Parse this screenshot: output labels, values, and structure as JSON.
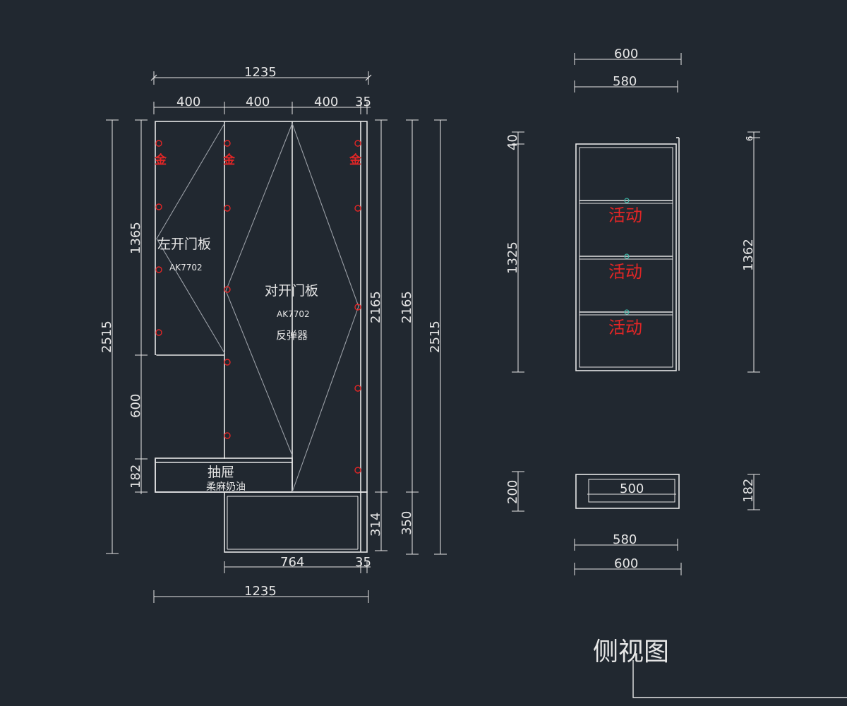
{
  "front": {
    "dims_top": {
      "overall": "1235",
      "seg1": "400",
      "seg2": "400",
      "seg3": "400",
      "seg4": "35"
    },
    "dims_bottom": {
      "drawer_width": "764",
      "side": "35",
      "overall": "1235"
    },
    "dims_left": {
      "total": "2515",
      "upper": "1365",
      "middle": "600",
      "drawer": "182"
    },
    "dims_right": {
      "inner": "2165",
      "outer": "2165",
      "total": "2515",
      "plinth_inner": "314",
      "plinth": "350"
    },
    "labels": {
      "left_door": "左开门板",
      "left_code": "AK7702",
      "double_door": "对开门板",
      "double_code": "AK7702",
      "rebound": "反弹器",
      "drawer": "抽屉",
      "drawer_finish": "柔麻奶油",
      "hinge_mark": "金"
    }
  },
  "side": {
    "title": "侧视图",
    "dims_top": {
      "outer": "600",
      "inner": "580"
    },
    "dims_left": {
      "top": "40",
      "body": "1325",
      "drawer": "200"
    },
    "dims_right": {
      "top": "6",
      "body": "1362",
      "drawer": "182"
    },
    "dims_bottom": {
      "inner": "580",
      "outer": "600"
    },
    "drawer_inner": "500",
    "shelf_label": "活动"
  },
  "colors": {
    "line": "#e6e6e6",
    "accent": "#e32626",
    "teal": "#3fb8a8",
    "bg": "#212830"
  }
}
